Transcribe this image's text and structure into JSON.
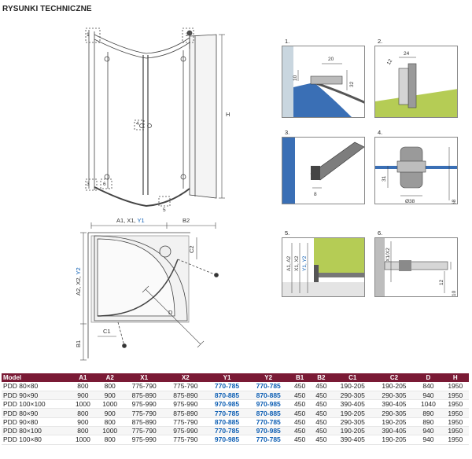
{
  "title": "RYSUNKI TECHNICZNE",
  "front_view": {
    "height_label": "H",
    "detail_markers": [
      "1",
      "2",
      "3",
      "4",
      "5",
      "6"
    ]
  },
  "plan_view": {
    "width_label_parts": [
      "A1, X1, ",
      "Y1"
    ],
    "b2_label": "B2",
    "side_label_parts": [
      "A2, X2, ",
      "Y2"
    ],
    "b1_label": "B1",
    "c1_label": "C1",
    "c2_label": "C2",
    "d_label": "D"
  },
  "details": [
    {
      "num": "1.",
      "dims": [
        "20",
        "10",
        "32"
      ]
    },
    {
      "num": "2.",
      "dims": [
        "24",
        "12"
      ]
    },
    {
      "num": "3.",
      "dims": [
        "8"
      ]
    },
    {
      "num": "4.",
      "dims": [
        "31",
        "68",
        "Ø38"
      ]
    },
    {
      "num": "5.",
      "dims": [
        "A1, A2",
        "X1, X2",
        "Y1, Y2"
      ]
    },
    {
      "num": "6.",
      "dims": [
        "X1/X2",
        "10",
        "12"
      ]
    }
  ],
  "table": {
    "headers": [
      "Model",
      "A1",
      "A2",
      "X1",
      "X2",
      "Y1",
      "Y2",
      "B1",
      "B2",
      "C1",
      "C2",
      "D",
      "H"
    ],
    "rows": [
      [
        "PDD 80×80",
        "800",
        "800",
        "775-790",
        "775-790",
        "770-785",
        "770-785",
        "450",
        "450",
        "190-205",
        "190-205",
        "840",
        "1950"
      ],
      [
        "PDD 90×90",
        "900",
        "900",
        "875-890",
        "875-890",
        "870-885",
        "870-885",
        "450",
        "450",
        "290-305",
        "290-305",
        "940",
        "1950"
      ],
      [
        "PDD 100×100",
        "1000",
        "1000",
        "975-990",
        "975-990",
        "970-985",
        "970-985",
        "450",
        "450",
        "390-405",
        "390-405",
        "1040",
        "1950"
      ],
      [
        "PDD 80×90",
        "800",
        "900",
        "775-790",
        "875-890",
        "770-785",
        "870-885",
        "450",
        "450",
        "190-205",
        "290-305",
        "890",
        "1950"
      ],
      [
        "PDD 90×80",
        "900",
        "800",
        "875-890",
        "775-790",
        "870-885",
        "770-785",
        "450",
        "450",
        "290-305",
        "190-205",
        "890",
        "1950"
      ],
      [
        "PDD 80×100",
        "800",
        "1000",
        "775-790",
        "975-990",
        "770-785",
        "970-985",
        "450",
        "450",
        "190-205",
        "390-405",
        "940",
        "1950"
      ],
      [
        "PDD 100×80",
        "1000",
        "800",
        "975-990",
        "775-790",
        "970-985",
        "770-785",
        "450",
        "450",
        "390-405",
        "190-205",
        "940",
        "1950"
      ]
    ]
  }
}
